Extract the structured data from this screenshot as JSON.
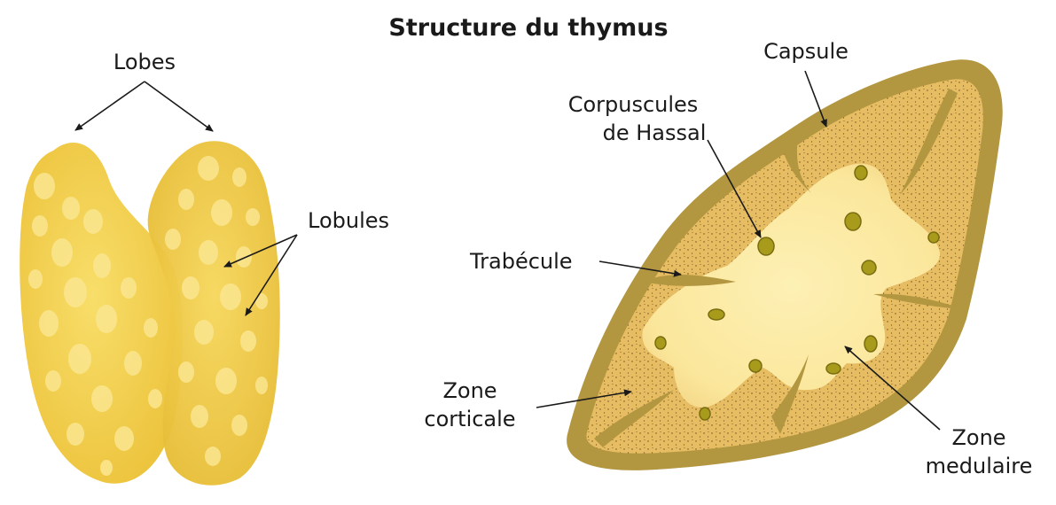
{
  "title": "Structure du thymus",
  "labels": {
    "lobes": "Lobes",
    "lobules": "Lobules",
    "capsule": "Capsule",
    "corpuscules_line1": "Corpuscules",
    "corpuscules_line2": "de Hassal",
    "trabecule": "Trabécule",
    "zone_corticale_line1": "Zone",
    "zone_corticale_line2": "corticale",
    "zone_medulaire_line1": "Zone",
    "zone_medulaire_line2": "medulaire"
  },
  "colors": {
    "lobe_fill": "#f3cf4a",
    "lobe_light": "#fae488",
    "capsule": "#b39740",
    "cortex": "#e7bd63",
    "medulla": "#fbeba6",
    "corpuscle": "#a89a1a"
  }
}
